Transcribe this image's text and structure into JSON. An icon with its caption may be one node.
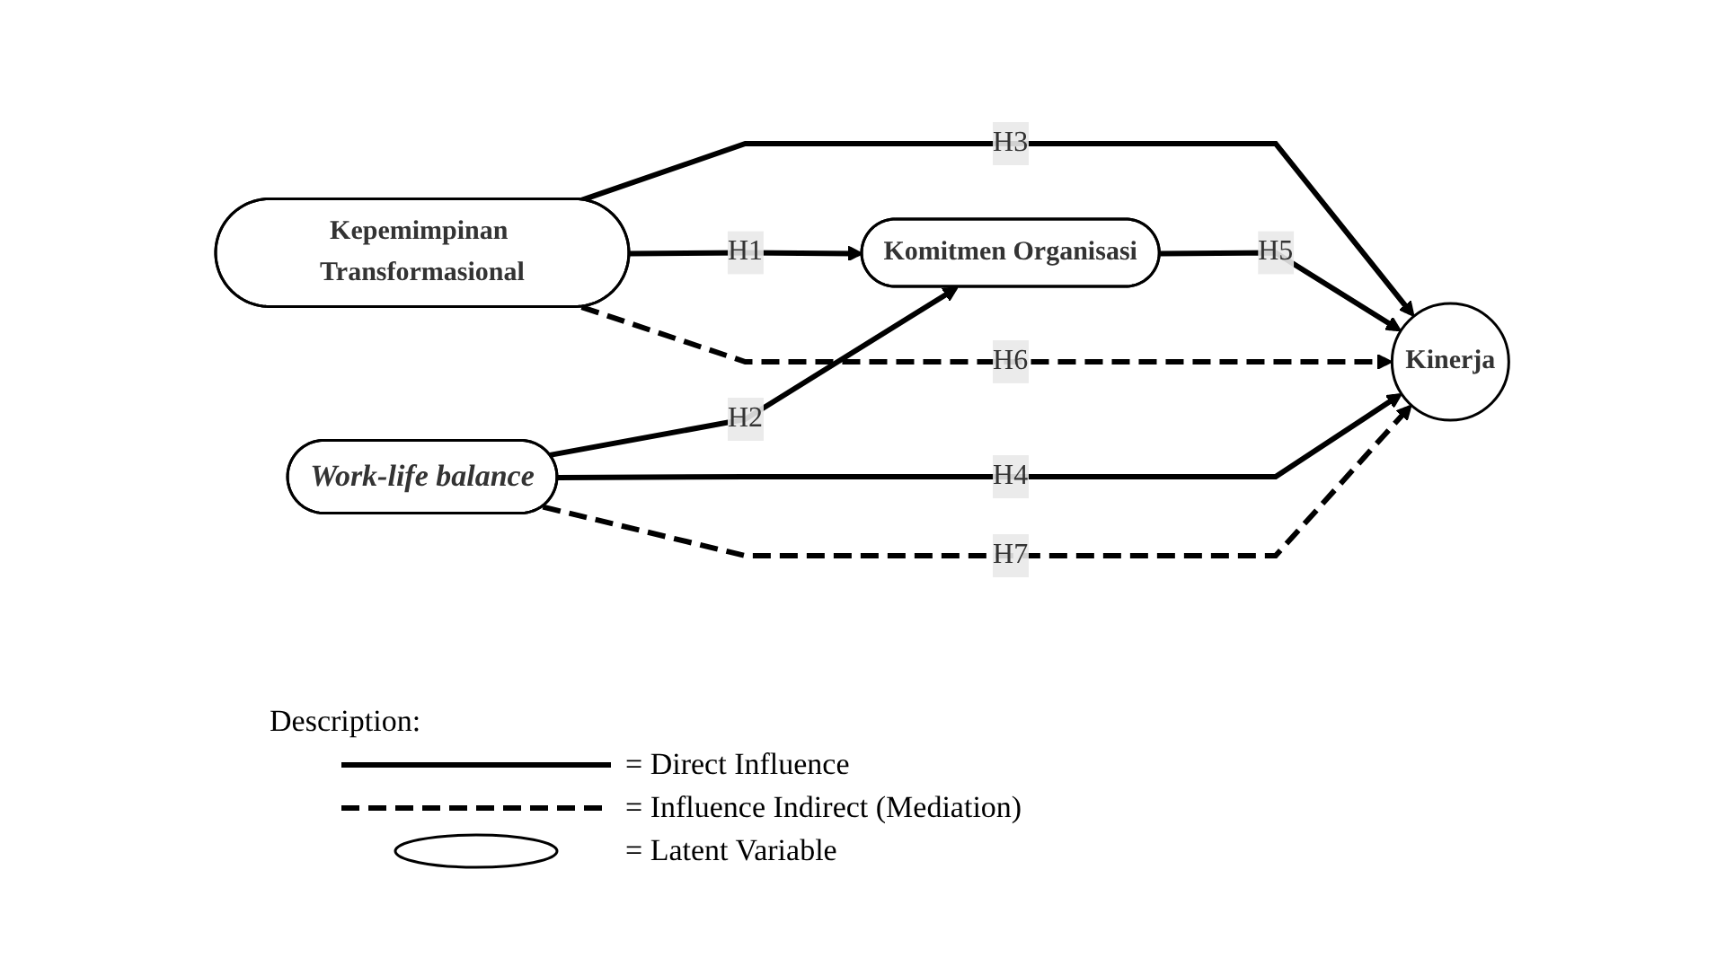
{
  "diagram": {
    "nodes": [
      {
        "text": [
          "Kepemimpinan Transformasional"
        ]
      },
      {
        "text": [
          "Komitmen Organisasi"
        ]
      },
      {
        "text": [
          "Work-life balance"
        ]
      },
      {
        "text": [
          "Kinerja"
        ]
      }
    ],
    "edges": [
      {
        "from": 0,
        "to": 3,
        "arrow": "to",
        "label": "H3"
      },
      {
        "from": 0,
        "to": 1,
        "arrow": "to",
        "label": "H1"
      },
      {
        "from": 2,
        "to": 1,
        "arrow": "to",
        "label": "H2"
      },
      {
        "from": 2,
        "to": 3,
        "arrow": "to",
        "label": "H4"
      },
      {
        "from": 1,
        "to": 3,
        "arrow": "to",
        "label": "H5"
      },
      {
        "from": 0,
        "to": 3,
        "arrow": "to",
        "label": "H6",
        "style": "dashed"
      },
      {
        "from": 2,
        "to": 3,
        "arrow": "to",
        "label": "H7",
        "style": "dashed"
      }
    ],
    "labels": [
      "Description:"
    ],
    "legend": [
      {
        "text": "= Direct Influence"
      },
      {
        "text": "= Influence Indirect (Mediation)"
      },
      {
        "text": "= Latent Variable"
      }
    ]
  }
}
